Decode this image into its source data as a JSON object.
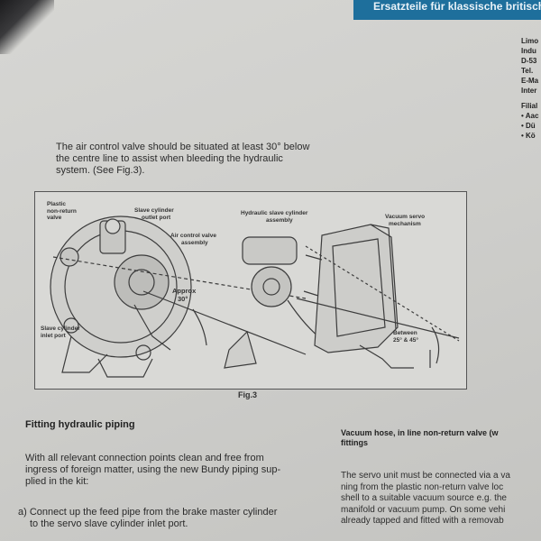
{
  "header": {
    "banner_text": "Ersatzteile für klassische britisch"
  },
  "side_column": {
    "lines": [
      "Limo",
      "Indu",
      "D-53",
      "Tel.",
      "E-Ma",
      "Inter"
    ],
    "list_title": "Filial",
    "list_items": [
      "• Aac",
      "• Dü",
      "• Kö"
    ]
  },
  "intro": {
    "lines": [
      "The air control valve should be situated at least 30° below",
      "the centre line to assist when bleeding the hydraulic",
      "system. (See Fig.3)."
    ]
  },
  "figure": {
    "labels": {
      "plastic_valve": [
        "Plastic",
        "non-return",
        "valve"
      ],
      "outlet_port": [
        "Slave cylinder",
        "outlet port"
      ],
      "hydraulic_assembly": [
        "Hydraulic slave cylinder",
        "assembly"
      ],
      "vacuum_servo": [
        "Vacuum servo",
        "mechanism"
      ],
      "air_control": [
        "Air control valve",
        "assembly"
      ],
      "approx": [
        "Approx",
        "30°"
      ],
      "inlet_port": [
        "Slave cylinder",
        "inlet port"
      ],
      "between": [
        "Between",
        "25° & 45°"
      ]
    },
    "caption": "Fig.3"
  },
  "left_section": {
    "heading": "Fitting hydraulic piping",
    "paragraph": [
      "With all relevant connection points clean and free from",
      "ingress of foreign matter, using the new Bundy piping sup-",
      "plied in the kit:"
    ],
    "item_a": [
      "a) Connect up the feed pipe from the brake master cylinder",
      "to the servo slave cylinder inlet port."
    ]
  },
  "right_section": {
    "heading": [
      "Vacuum hose, in line non-return valve (w",
      "fittings"
    ],
    "paragraph": [
      "The servo unit must be connected via a va",
      "ning from the plastic non-return valve loc",
      "shell to a suitable vacuum source e.g. the",
      "manifold or vacuum pump. On some vehi",
      "already tapped and fitted with a removab"
    ]
  }
}
